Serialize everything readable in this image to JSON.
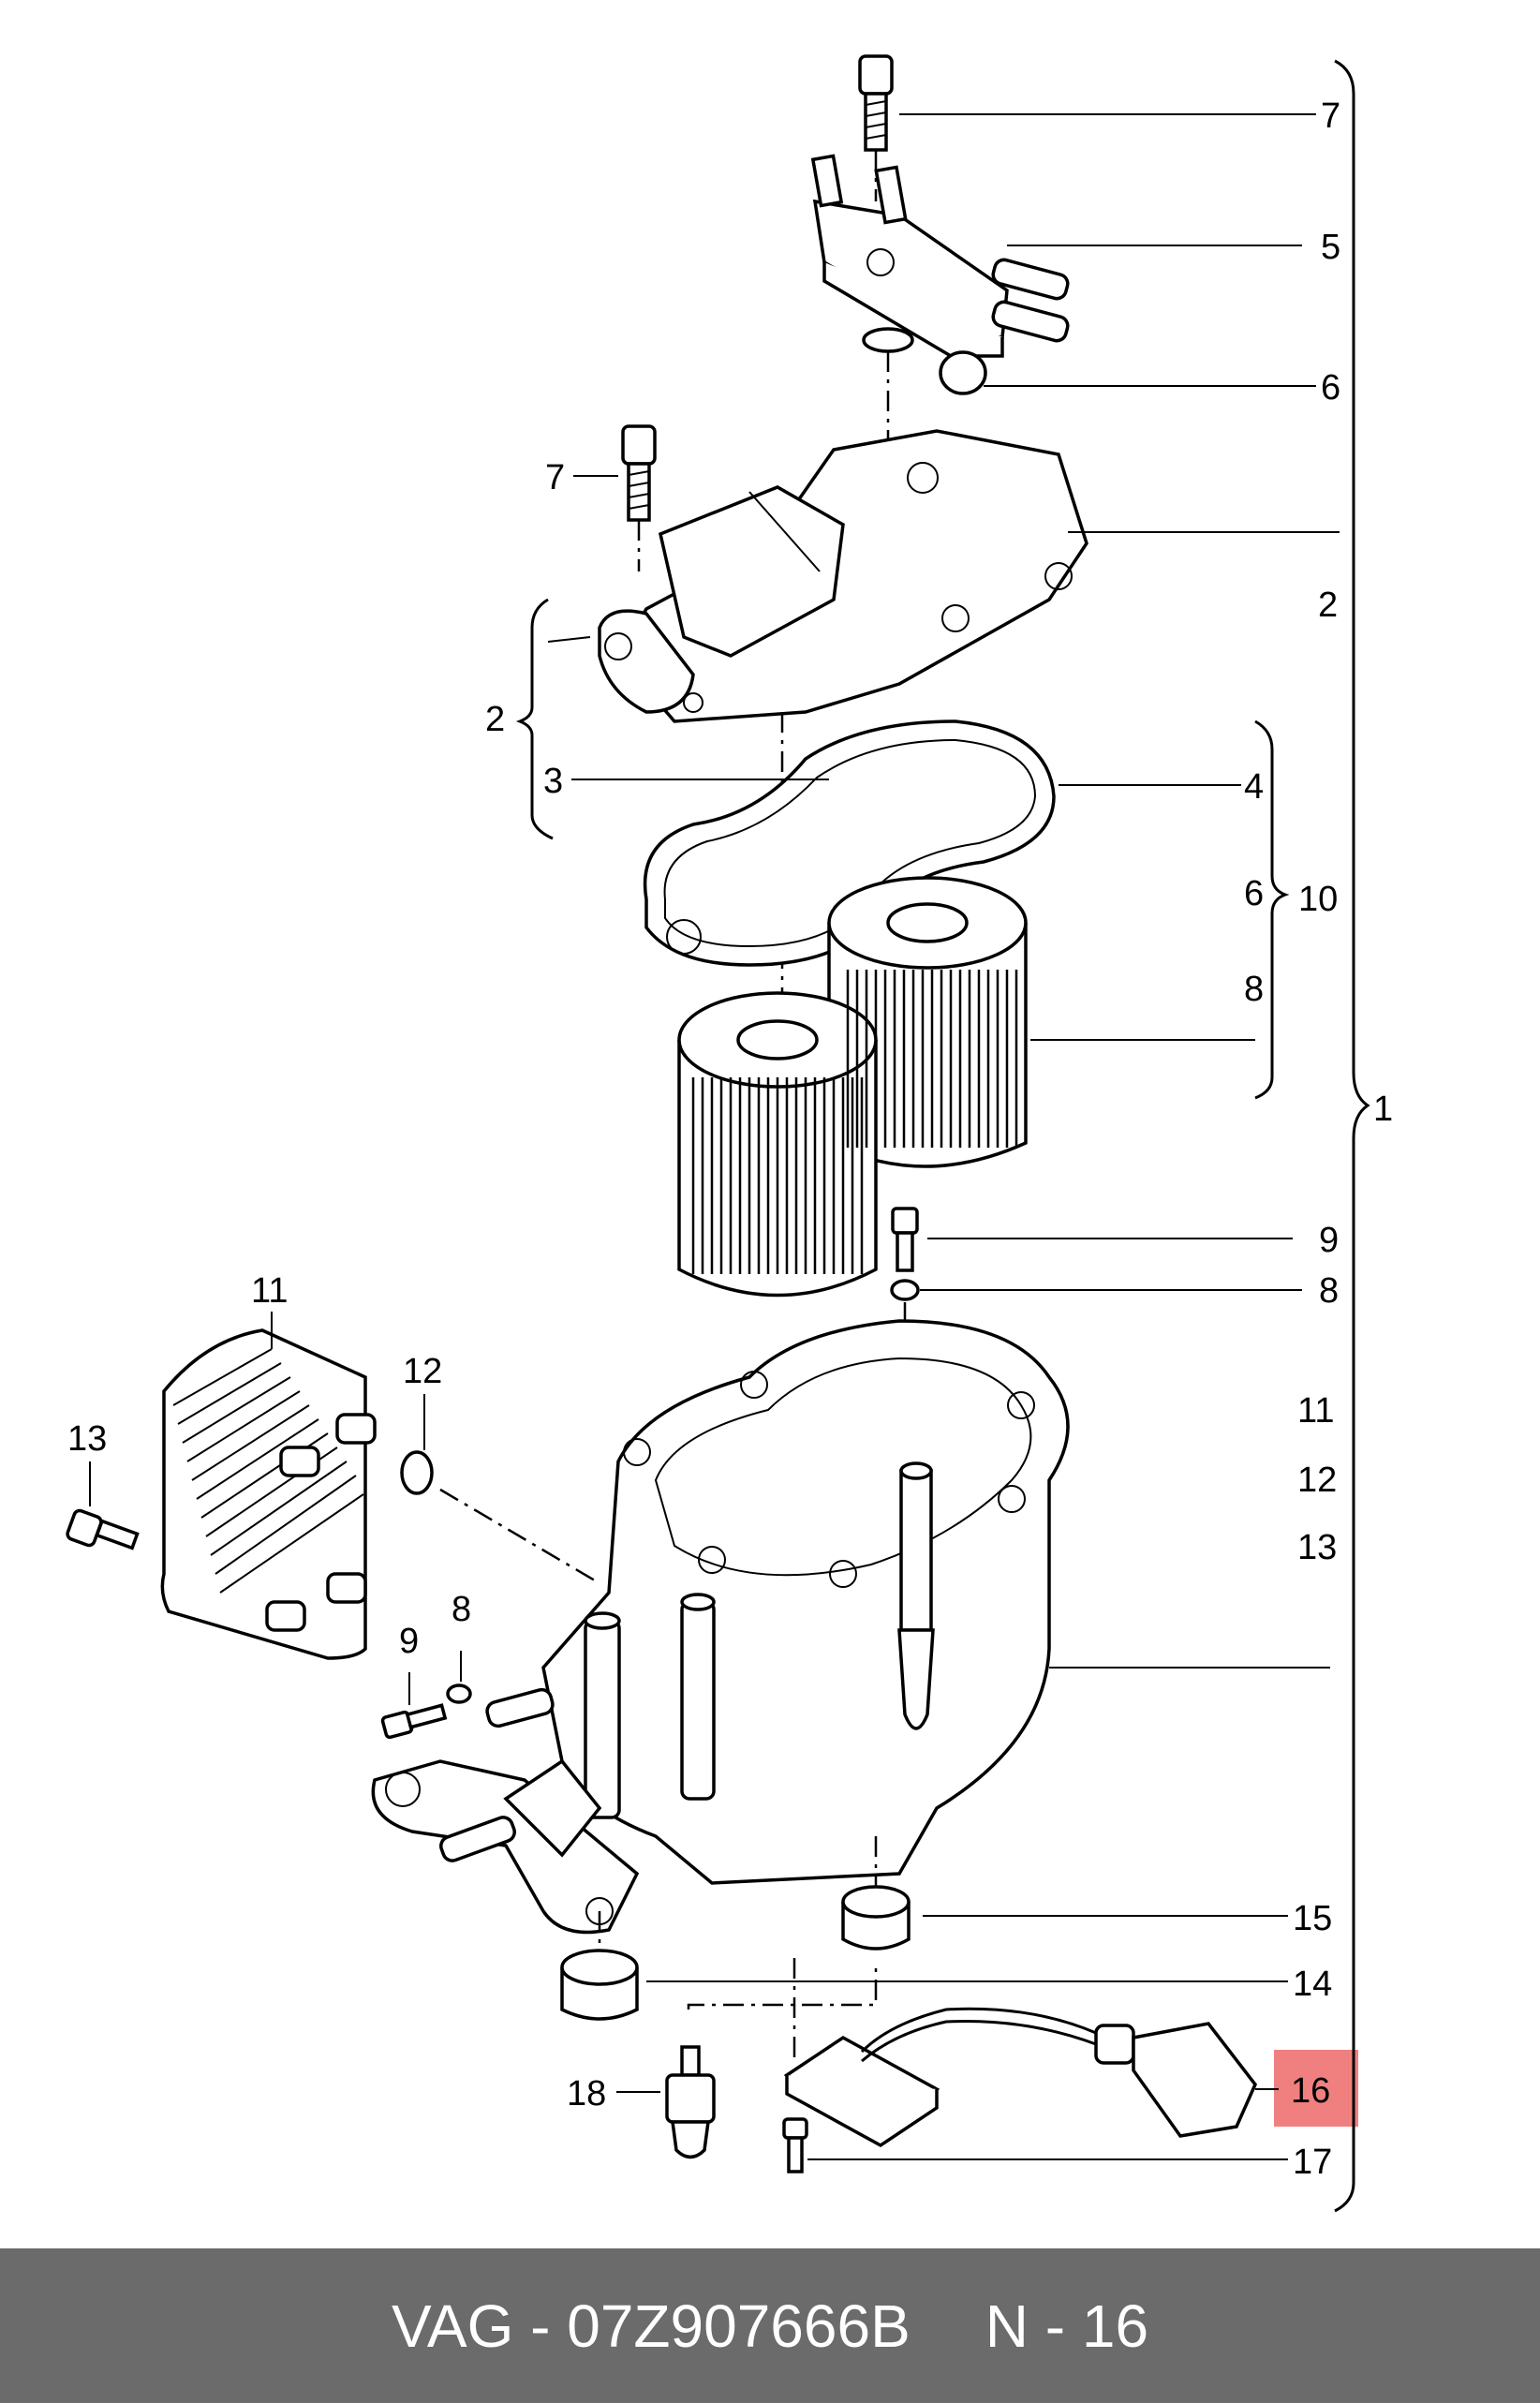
{
  "callouts": {
    "c1": "1",
    "c2a": "2",
    "c2b": "2",
    "c3": "3",
    "c4": "4",
    "c5": "5",
    "c6a": "6",
    "c6b": "6",
    "c7a": "7",
    "c7b": "7",
    "c8a": "8",
    "c8b": "8",
    "c8c": "8",
    "c9a": "9",
    "c9b": "9",
    "c10": "10",
    "c11a": "11",
    "c11b": "11",
    "c12a": "12",
    "c12b": "12",
    "c13a": "13",
    "c13b": "13",
    "c14": "14",
    "c15": "15",
    "c16": "16",
    "c17": "17",
    "c18": "18"
  },
  "highlight": {
    "part": "16",
    "color": "#f08080"
  },
  "footer": {
    "part_label": "VAG - 07Z907666B",
    "page_label": "N - 16",
    "background": "#6b6b6b"
  }
}
